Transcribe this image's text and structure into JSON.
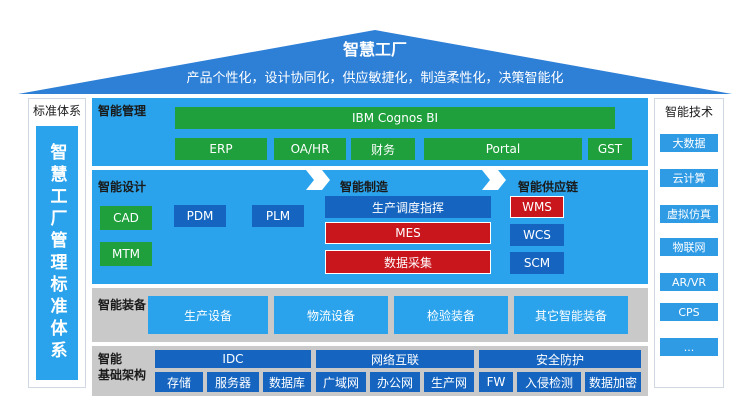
{
  "roof": {
    "title": "智慧工厂",
    "subtitle": "产品个性化，设计协同化，供应敏捷化，制造柔性化，决策智能化"
  },
  "left_panel": {
    "header": "标准体系",
    "vertical_text": "智慧工厂管理标准体系"
  },
  "right_panel": {
    "header": "智能技术",
    "items": [
      "大数据",
      "云计算",
      "虚拟仿真",
      "物联网",
      "AR/VR",
      "CPS",
      "..."
    ]
  },
  "management": {
    "label": "智能管理",
    "top": "IBM Cognos BI",
    "items": [
      "ERP",
      "OA/HR",
      "财务",
      "Portal",
      "GST"
    ]
  },
  "design": {
    "label": "智能设计",
    "cad": "CAD",
    "pdm": "PDM",
    "plm": "PLM",
    "mtm": "MTM"
  },
  "manufacturing": {
    "label": "智能制造",
    "schedule": "生产调度指挥",
    "mes": "MES",
    "collect": "数据采集"
  },
  "supply": {
    "label": "智能供应链",
    "items": [
      "WMS",
      "WCS",
      "SCM"
    ]
  },
  "equipment": {
    "label": "智能装备",
    "items": [
      "生产设备",
      "物流设备",
      "检验装备",
      "其它智能装备"
    ]
  },
  "infra": {
    "label_line1": "智能",
    "label_line2": "基础架构",
    "groups": [
      {
        "title": "IDC",
        "items": [
          "存储",
          "服务器",
          "数据库"
        ]
      },
      {
        "title": "网络互联",
        "items": [
          "广域网",
          "办公网",
          "生产网"
        ]
      },
      {
        "title": "安全防护",
        "items": [
          "FW",
          "入侵检测",
          "数据加密"
        ]
      }
    ]
  },
  "colors": {
    "roof": "#2e7fd6",
    "section_blue": "#2aa3ec",
    "gray_band": "#c9c9c9",
    "green_box": "#1fa03c",
    "dark_blue_box": "#1565c0",
    "red_box": "#c8161c"
  }
}
